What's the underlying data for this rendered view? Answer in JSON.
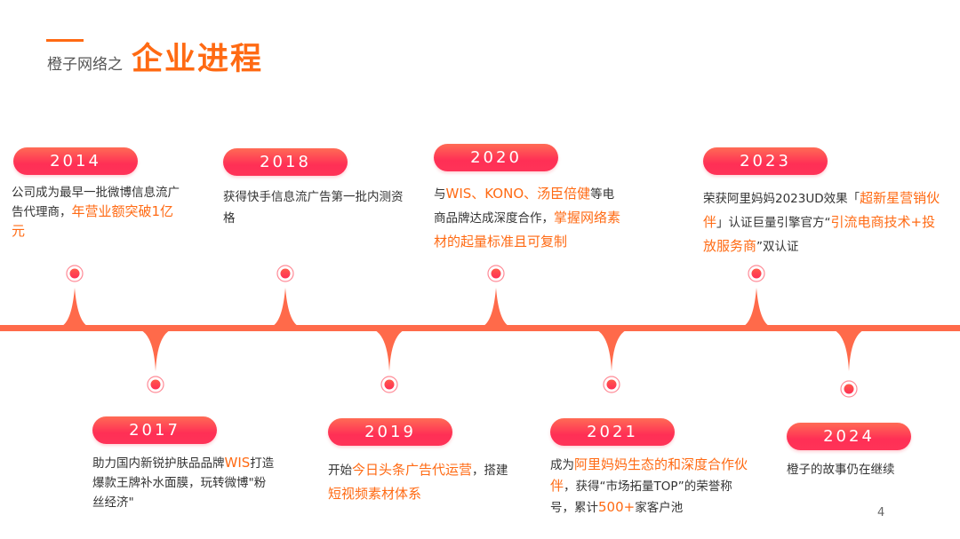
{
  "header": {
    "subtitle": "橙子网络之",
    "title": "企业进程"
  },
  "colors": {
    "accent": "#ff6a13",
    "pill": "#ff3358",
    "line": "#ff6a4a"
  },
  "milestones": [
    {
      "year": "2014",
      "segments": [
        {
          "text": "公司成为最早一批微博信息流广告代理商，",
          "hl": false
        },
        {
          "text": "年营业额突破1亿元",
          "hl": true
        }
      ]
    },
    {
      "year": "2017",
      "segments": [
        {
          "text": "助力国内新锐护肤品品牌",
          "hl": false
        },
        {
          "text": "WIS",
          "hl": true
        },
        {
          "text": "打造爆款王牌补水面膜，玩转微博\"粉丝经济\"",
          "hl": false
        }
      ]
    },
    {
      "year": "2018",
      "segments": [
        {
          "text": "获得快手信息流广告第一批内测资格",
          "hl": false
        }
      ]
    },
    {
      "year": "2019",
      "segments": [
        {
          "text": "开始",
          "hl": false
        },
        {
          "text": "今日头条广告代运营",
          "hl": true
        },
        {
          "text": "，搭建",
          "hl": false
        },
        {
          "text": "短视频素材体系",
          "hl": true
        }
      ]
    },
    {
      "year": "2020",
      "segments": [
        {
          "text": "与",
          "hl": false
        },
        {
          "text": "WIS、KONO、汤臣倍健",
          "hl": true
        },
        {
          "text": "等电商品牌达成深度合作，",
          "hl": false
        },
        {
          "text": "掌握网络素材的起量标准且可复制",
          "hl": true
        }
      ]
    },
    {
      "year": "2021",
      "segments": [
        {
          "text": "成为",
          "hl": false
        },
        {
          "text": "阿里妈妈生态的和深度合作伙伴",
          "hl": true
        },
        {
          "text": "，获得“市场拓量TOP”的荣誉称号，累计",
          "hl": false
        },
        {
          "text": "500+",
          "hl": true
        },
        {
          "text": "家客户池",
          "hl": false
        }
      ]
    },
    {
      "year": "2023",
      "segments": [
        {
          "text": "荣获阿里妈妈2023UD效果「",
          "hl": false
        },
        {
          "text": "超新星营销伙伴",
          "hl": true
        },
        {
          "text": "」认证巨量引擎官方“",
          "hl": false
        },
        {
          "text": "引流电商技术+投放服务商",
          "hl": true
        },
        {
          "text": "”双认证",
          "hl": false
        }
      ]
    },
    {
      "year": "2024",
      "segments": [
        {
          "text": "橙子的故事仍在继续",
          "hl": false
        }
      ]
    }
  ],
  "page_number": "4"
}
